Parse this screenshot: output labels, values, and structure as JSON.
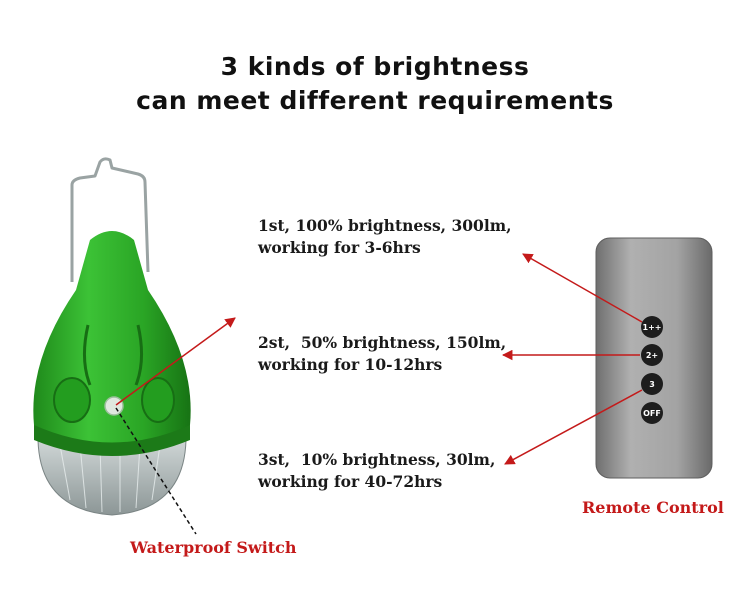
{
  "heading": {
    "line1": "3 kinds of brightness",
    "line2": "can meet different requirements"
  },
  "modes": [
    {
      "line1": "1st, 100% brightness, 300lm,",
      "line2": "working for 3-6hrs"
    },
    {
      "line1": "2st,  50% brightness, 150lm,",
      "line2": "working for 10-12hrs"
    },
    {
      "line1": "3st,  10% brightness, 30lm,",
      "line2": "working for 40-72hrs"
    }
  ],
  "labels": {
    "remote": "Remote Control",
    "switch": "Waterproof Switch"
  },
  "remote_buttons": [
    "1++",
    "2+",
    "3",
    "OFF"
  ],
  "colors": {
    "lamp_green": "#2fa82a",
    "arrow_red": "#c41a1a",
    "label_red": "#c41a1a",
    "remote_body": "#8e8e8e"
  },
  "icons": [
    "bulb-lamp-image",
    "remote-control-image"
  ]
}
